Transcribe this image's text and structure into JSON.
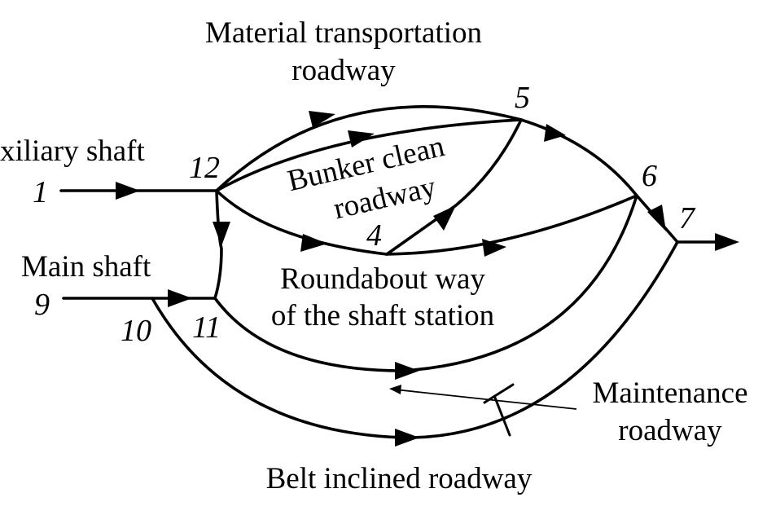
{
  "labels": {
    "material": [
      "Material transportation",
      "roadway"
    ],
    "auxiliary": "xiliary shaft",
    "main_shaft": "Main shaft",
    "bunker": [
      "Bunker clean",
      "roadway"
    ],
    "roundabout": [
      "Roundabout way",
      "of the shaft station"
    ],
    "maintenance": [
      "Maintenance",
      "roadway"
    ],
    "belt": "Belt inclined roadway"
  },
  "nodes": {
    "n1": "1",
    "n4": "4",
    "n5": "5",
    "n6": "6",
    "n7": "7",
    "n9": "9",
    "n10": "10",
    "n11": "11",
    "n12": "12"
  }
}
